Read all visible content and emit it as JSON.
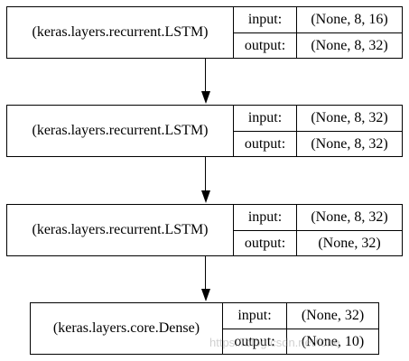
{
  "layers": [
    {
      "name": "(keras.layers.recurrent.LSTM)",
      "input_label": "input:",
      "input_value": "(None, 8, 16)",
      "output_label": "output:",
      "output_value": "(None, 8, 32)"
    },
    {
      "name": "(keras.layers.recurrent.LSTM)",
      "input_label": "input:",
      "input_value": "(None, 8, 32)",
      "output_label": "output:",
      "output_value": "(None, 8, 32)"
    },
    {
      "name": "(keras.layers.recurrent.LSTM)",
      "input_label": "input:",
      "input_value": "(None, 8, 32)",
      "output_label": "output:",
      "output_value": "(None, 32)"
    },
    {
      "name": "(keras.layers.core.Dense)",
      "input_label": "input:",
      "input_value": "(None, 32)",
      "output_label": "output:",
      "output_value": "(None, 10)"
    }
  ],
  "watermark": "https://blog.csdn.net/lone"
}
